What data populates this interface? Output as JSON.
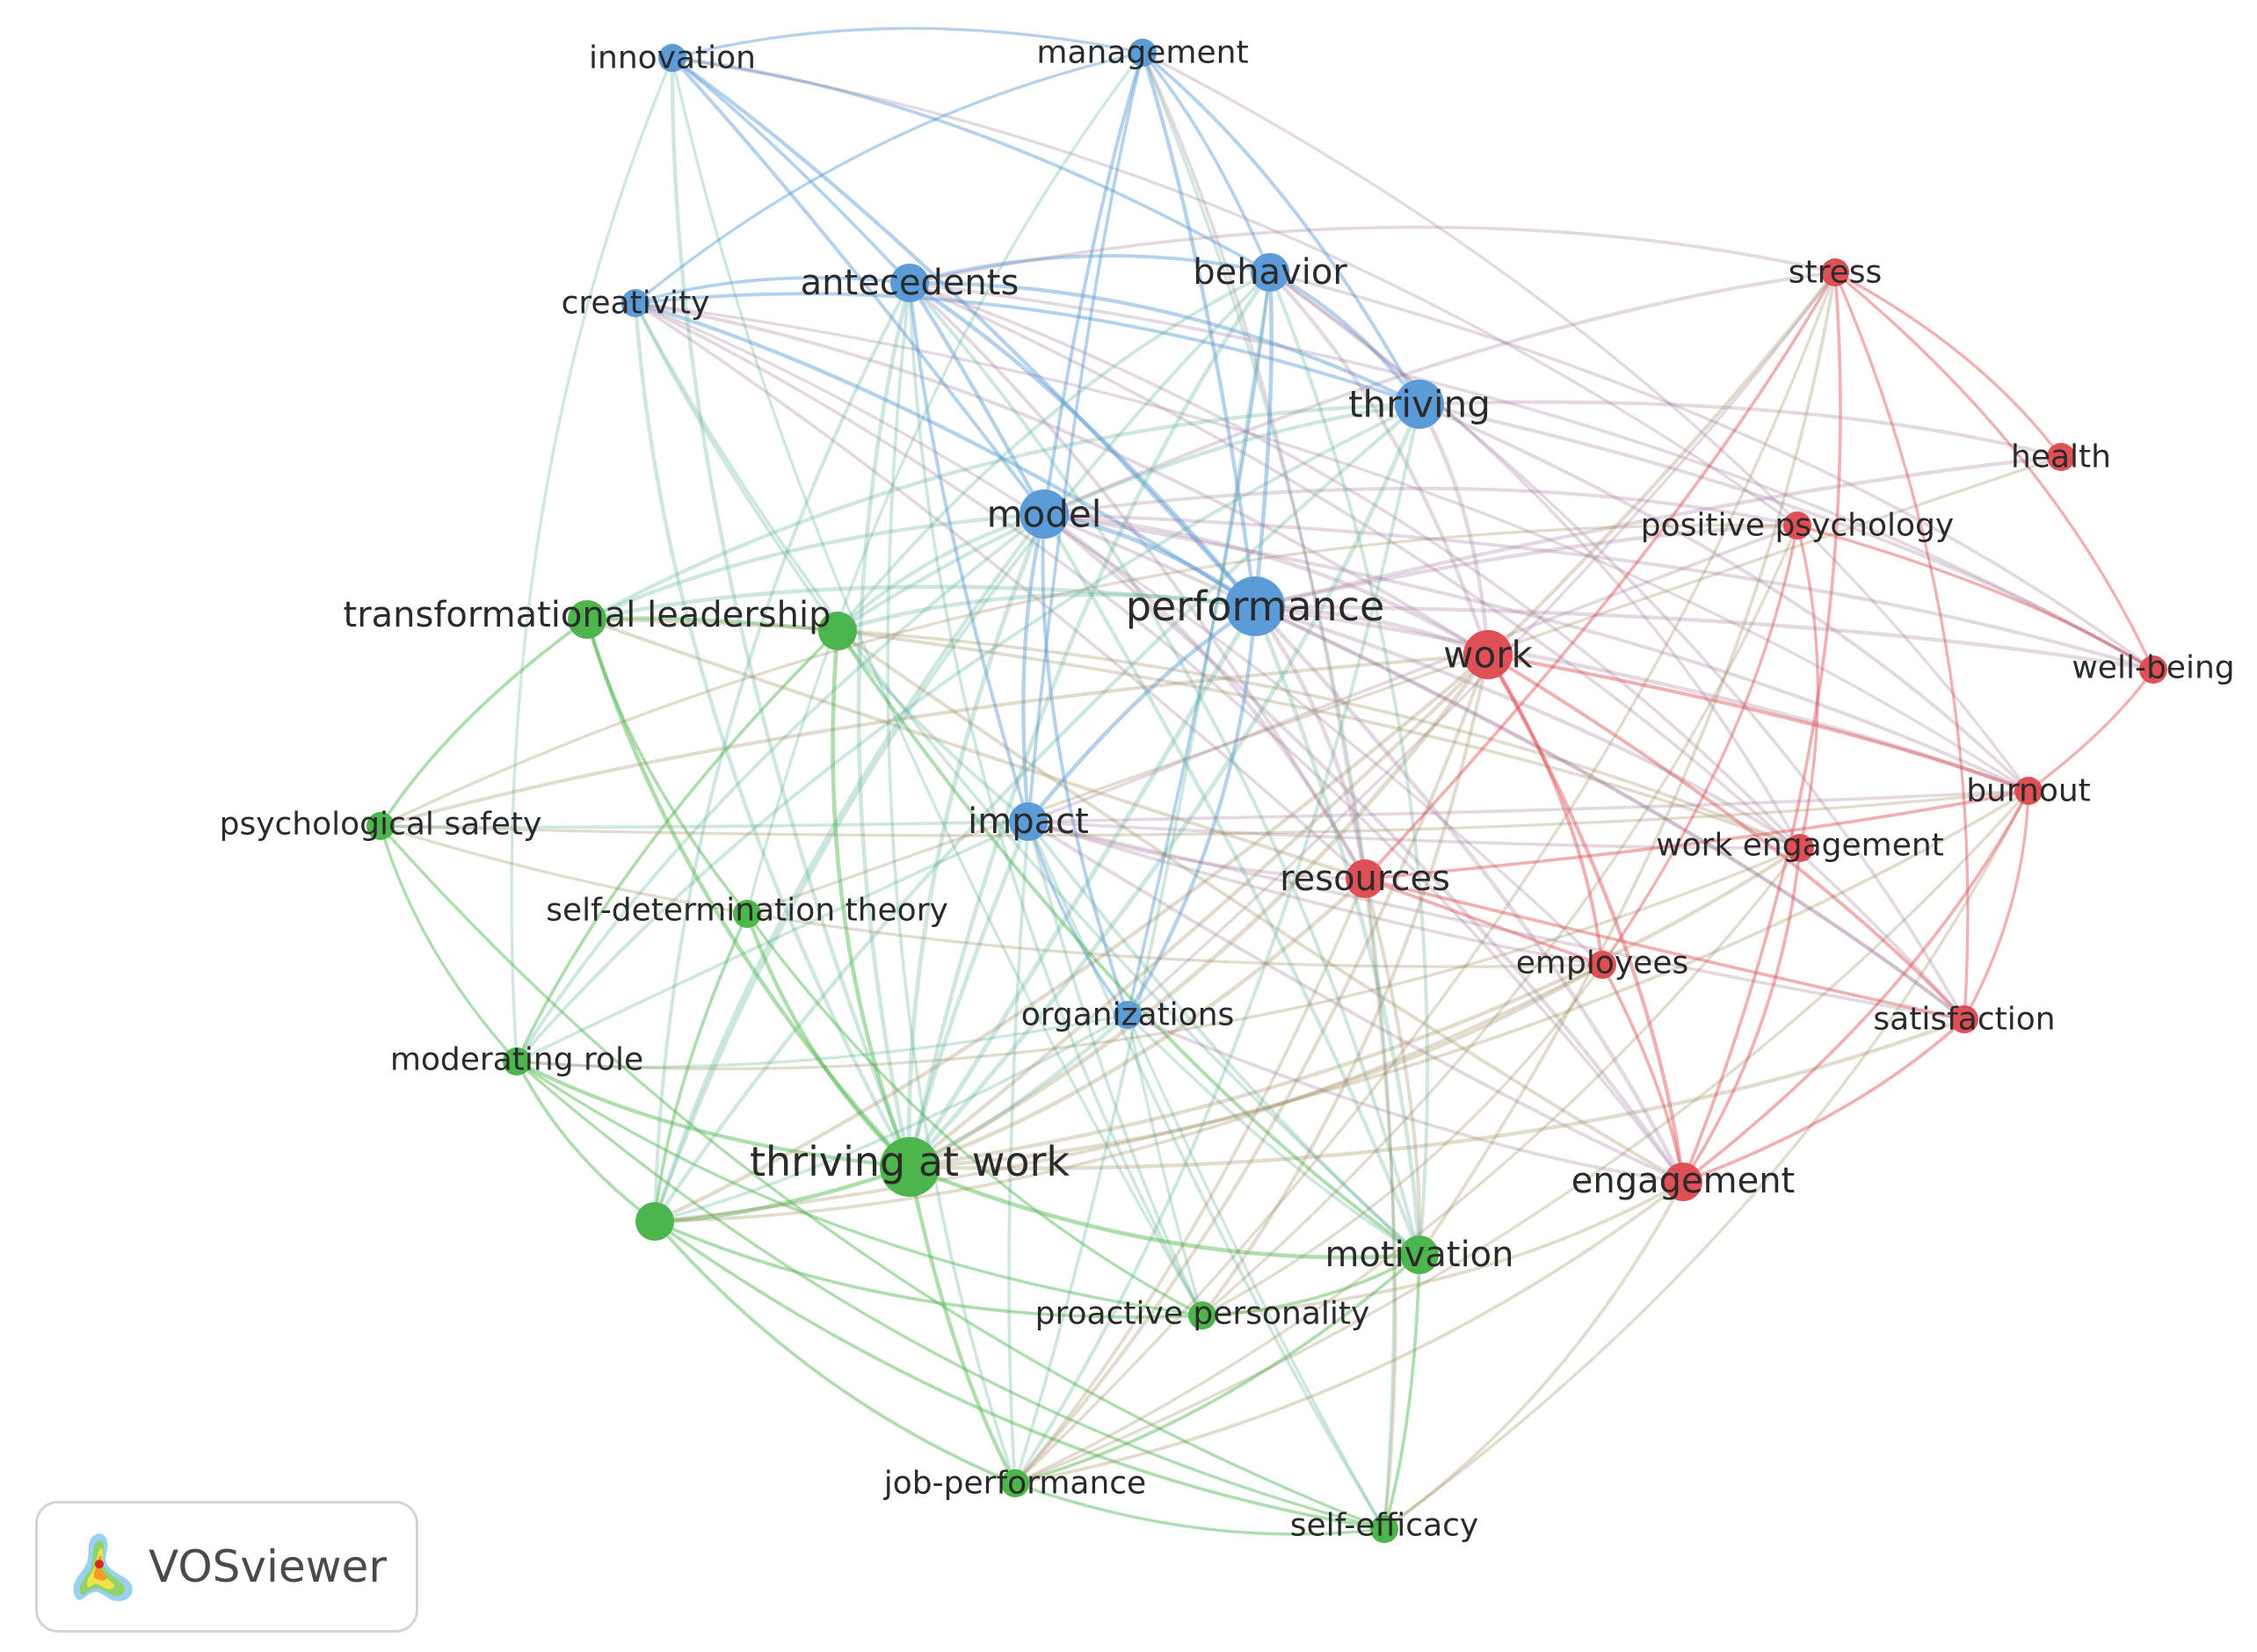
{
  "colors": {
    "blue": "#5b9bd8",
    "green": "#4cb54c",
    "red": "#e04f55"
  },
  "nodes": [
    {
      "id": "innovation",
      "label": "innovation",
      "cluster": "blue",
      "weight": 2
    },
    {
      "id": "management",
      "label": "management",
      "cluster": "blue",
      "weight": 2
    },
    {
      "id": "creativity",
      "label": "creativity",
      "cluster": "blue",
      "weight": 2
    },
    {
      "id": "antecedents",
      "label": "antecedents",
      "cluster": "blue",
      "weight": 3
    },
    {
      "id": "behavior",
      "label": "behavior",
      "cluster": "blue",
      "weight": 3
    },
    {
      "id": "thriving",
      "label": "thriving",
      "cluster": "blue",
      "weight": 4
    },
    {
      "id": "model",
      "label": "model",
      "cluster": "blue",
      "weight": 4
    },
    {
      "id": "performance",
      "label": "performance",
      "cluster": "blue",
      "weight": 5
    },
    {
      "id": "impact",
      "label": "impact",
      "cluster": "blue",
      "weight": 3
    },
    {
      "id": "organizations",
      "label": "organizations",
      "cluster": "blue",
      "weight": 2
    },
    {
      "id": "transformational-leadership",
      "label": "transformational leadership",
      "cluster": "green",
      "weight": 3
    },
    {
      "id": "green-unlabeled-1",
      "label": "",
      "cluster": "green",
      "weight": 3
    },
    {
      "id": "psychological-safety",
      "label": "psychological safety",
      "cluster": "green",
      "weight": 2
    },
    {
      "id": "self-determination-theory",
      "label": "self-determination theory",
      "cluster": "green",
      "weight": 2
    },
    {
      "id": "moderating-role",
      "label": "moderating role",
      "cluster": "green",
      "weight": 2
    },
    {
      "id": "thriving-at-work",
      "label": "thriving at work",
      "cluster": "green",
      "weight": 5
    },
    {
      "id": "green-unlabeled-2",
      "label": "",
      "cluster": "green",
      "weight": 3
    },
    {
      "id": "motivation",
      "label": "motivation",
      "cluster": "green",
      "weight": 3
    },
    {
      "id": "proactive-personality",
      "label": "proactive personality",
      "cluster": "green",
      "weight": 2
    },
    {
      "id": "job-performance",
      "label": "job-performance",
      "cluster": "green",
      "weight": 2
    },
    {
      "id": "self-efficacy",
      "label": "self-efficacy",
      "cluster": "green",
      "weight": 2
    },
    {
      "id": "stress",
      "label": "stress",
      "cluster": "red",
      "weight": 2
    },
    {
      "id": "health",
      "label": "health",
      "cluster": "red",
      "weight": 2
    },
    {
      "id": "positive-psychology",
      "label": "positive psychology",
      "cluster": "red",
      "weight": 2
    },
    {
      "id": "work",
      "label": "work",
      "cluster": "red",
      "weight": 4
    },
    {
      "id": "well-being",
      "label": "well-being",
      "cluster": "red",
      "weight": 2
    },
    {
      "id": "burnout",
      "label": "burnout",
      "cluster": "red",
      "weight": 2
    },
    {
      "id": "work-engagement",
      "label": "work engagement",
      "cluster": "red",
      "weight": 2
    },
    {
      "id": "resources",
      "label": "resources",
      "cluster": "red",
      "weight": 3
    },
    {
      "id": "employees",
      "label": "employees",
      "cluster": "red",
      "weight": 2
    },
    {
      "id": "satisfaction",
      "label": "satisfaction",
      "cluster": "red",
      "weight": 2
    },
    {
      "id": "engagement",
      "label": "engagement",
      "cluster": "red",
      "weight": 3
    }
  ],
  "logo": {
    "text": "VOSviewer"
  }
}
